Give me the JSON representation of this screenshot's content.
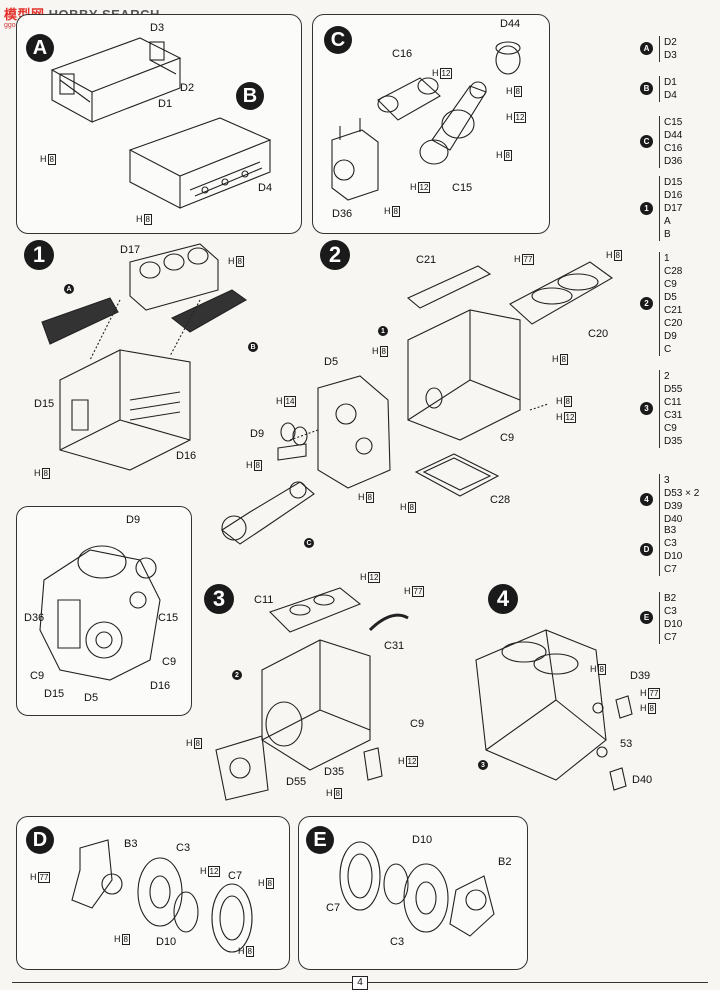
{
  "watermark": {
    "text_a": "模型网",
    "text_b": "HOBBY SEARCH",
    "sub": "ggo.ohobi.com"
  },
  "page_number": "4",
  "steps": {
    "A": {
      "letter": "A",
      "labels": {
        "d3": "D3",
        "d2": "D2",
        "h": "H",
        "hnum": "8"
      }
    },
    "B": {
      "letter": "B",
      "labels": {
        "d1": "D1",
        "d4": "D4",
        "h": "H",
        "hnum": "8"
      }
    },
    "C": {
      "letter": "C",
      "labels": {
        "c16": "C16",
        "d44": "D44",
        "c15": "C15",
        "d36": "D36",
        "h": "H",
        "h8": "8",
        "h12": "12"
      }
    },
    "s1": {
      "num": "1",
      "labels": {
        "d17": "D17",
        "d15": "D15",
        "d16": "D16",
        "a": "A",
        "b": "B",
        "h": "H",
        "h8": "8"
      }
    },
    "s2": {
      "num": "2",
      "labels": {
        "c21": "C21",
        "c20": "C20",
        "d5": "D5",
        "d9": "D9",
        "c9": "C9",
        "c28": "C28",
        "ref1": "1",
        "c": "C",
        "h": "H",
        "h8": "8",
        "h12": "12",
        "h14": "14",
        "h77": "77"
      }
    },
    "detail": {
      "labels": {
        "d9": "D9",
        "d36": "D36",
        "c15": "C15",
        "c9": "C9",
        "c9b": "C9",
        "d15": "D15",
        "d5": "D5",
        "d16": "D16"
      }
    },
    "s3": {
      "num": "3",
      "labels": {
        "c11": "C11",
        "c31": "C31",
        "c9": "C9",
        "d55": "D55",
        "d35": "D35",
        "ref2": "2",
        "h": "H",
        "h8": "8",
        "h12": "12",
        "h77": "77"
      }
    },
    "s4": {
      "num": "4",
      "labels": {
        "d39": "D39",
        "d40": "D40",
        "n53": "53",
        "ref3": "3",
        "h": "H",
        "h8": "8",
        "h77": "77"
      }
    },
    "D": {
      "letter": "D",
      "labels": {
        "b3": "B3",
        "c3": "C3",
        "c7": "C7",
        "d10": "D10",
        "h": "H",
        "h8": "8",
        "h12": "12",
        "h77": "77"
      }
    },
    "E": {
      "letter": "E",
      "labels": {
        "d10": "D10",
        "b2": "B2",
        "c7": "C7",
        "c3": "C3"
      }
    }
  },
  "legend": [
    {
      "bullet": "A",
      "items": [
        "D2",
        "D3"
      ]
    },
    {
      "bullet": "B",
      "items": [
        "D1",
        "D4"
      ]
    },
    {
      "bullet": "C",
      "items": [
        "C15",
        "D44",
        "C16",
        "D36"
      ]
    },
    {
      "bullet": "1",
      "items": [
        "D15",
        "D16",
        "D17",
        "A",
        "B"
      ]
    },
    {
      "bullet": "2",
      "items": [
        "1",
        "C28",
        "C9",
        "D5",
        "C21",
        "C20",
        "D9",
        "C"
      ]
    },
    {
      "bullet": "3",
      "items": [
        "2",
        "D55",
        "C11",
        "C31",
        "C9",
        "D35"
      ]
    },
    {
      "bullet": "4",
      "items": [
        "3",
        "D53 × 2",
        "D39",
        "D40"
      ]
    },
    {
      "bullet": "D",
      "items": [
        "B3",
        "C3",
        "D10",
        "C7"
      ]
    },
    {
      "bullet": "E",
      "items": [
        "B2",
        "C3",
        "D10",
        "C7"
      ]
    }
  ]
}
